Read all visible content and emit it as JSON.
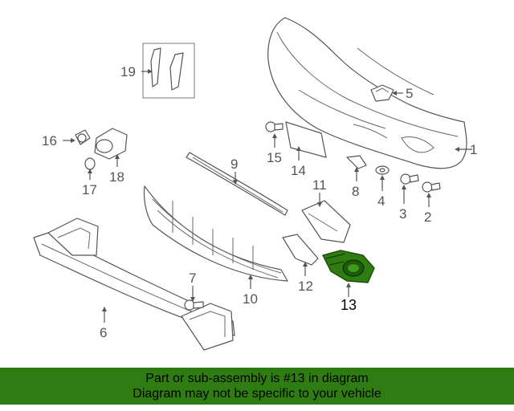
{
  "diagram": {
    "callouts": [
      {
        "id": "c1",
        "number": "1"
      },
      {
        "id": "c2",
        "number": "2"
      },
      {
        "id": "c3",
        "number": "3"
      },
      {
        "id": "c4",
        "number": "4"
      },
      {
        "id": "c5",
        "number": "5"
      },
      {
        "id": "c6",
        "number": "6"
      },
      {
        "id": "c7",
        "number": "7"
      },
      {
        "id": "c8",
        "number": "8"
      },
      {
        "id": "c9",
        "number": "9"
      },
      {
        "id": "c10",
        "number": "10"
      },
      {
        "id": "c11",
        "number": "11"
      },
      {
        "id": "c12",
        "number": "12"
      },
      {
        "id": "c13",
        "number": "13"
      },
      {
        "id": "c14",
        "number": "14"
      },
      {
        "id": "c15",
        "number": "15"
      },
      {
        "id": "c16",
        "number": "16"
      },
      {
        "id": "c17",
        "number": "17"
      },
      {
        "id": "c18",
        "number": "18"
      },
      {
        "id": "c19",
        "number": "19"
      }
    ],
    "highlighted_part": "13",
    "highlight_color": "#2f7d12"
  },
  "banner": {
    "line1": "Part or sub-assembly is #13 in diagram",
    "line2": "Diagram may not be specific to your vehicle",
    "background": "#2f7d12"
  }
}
